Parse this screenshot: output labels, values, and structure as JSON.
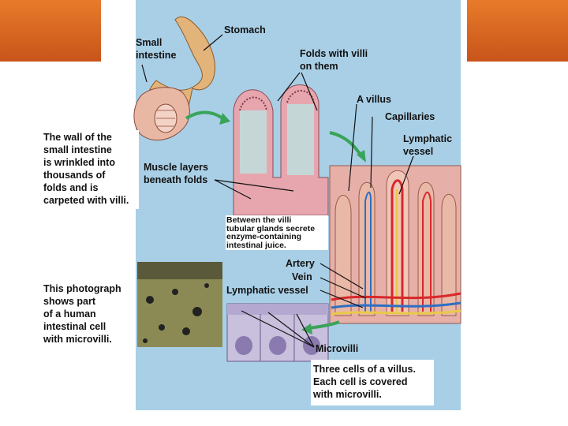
{
  "labels": {
    "stomach": "Stomach",
    "small_intestine": "Small\nintestine",
    "folds_villi": "Folds with villi\non them",
    "a_villus": "A villus",
    "capillaries": "Capillaries",
    "lymphatic_vessel_top": "Lymphatic\nvessel",
    "wall_text": "The wall of the\nsmall intestine\nis wrinkled into\nthousands of\nfolds and is\ncarpeted with villi.",
    "muscle_layers": "Muscle layers\nbeneath folds",
    "glands": "Between the villi\ntubular glands secrete\nenzyme-containing\nintestinal juice.",
    "artery": "Artery",
    "vein": "Vein",
    "lymphatic_vessel_mid": "Lymphatic vessel",
    "photo_caption": "This photograph\nshows part\nof a human\nintestinal cell\nwith microvilli.",
    "microvilli": "Microvilli",
    "three_cells": "Three cells of a villus.\nEach cell is covered\nwith microvilli."
  },
  "colors": {
    "header_accent": "#d9651f",
    "panel_bg": "#a9cfe6",
    "tissue_pink": "#e7a6ae",
    "artery_red": "#d8282a",
    "vein_blue": "#2f6fc4",
    "lymph_yellow": "#e8c94a",
    "arrow_green": "#3aa35a"
  }
}
